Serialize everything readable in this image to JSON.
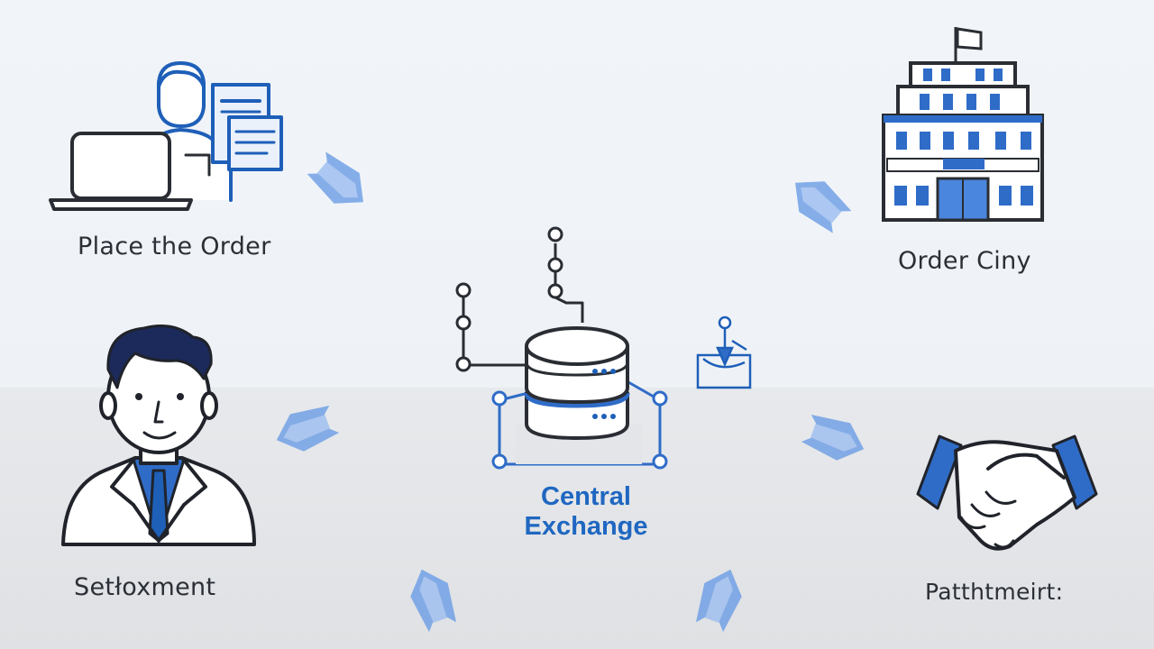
{
  "diagram": {
    "nodes": {
      "place_order": {
        "label": "Place the Order",
        "icon": "trader-laptop-icon"
      },
      "order_city": {
        "label": "Order Ciny",
        "icon": "building-icon"
      },
      "settlement": {
        "label": "Setłoxment",
        "icon": "person-icon"
      },
      "partnership": {
        "label": "Patthtmeirt:",
        "icon": "handshake-icon"
      },
      "central": {
        "line1": "Central",
        "line2": "Exchange",
        "icon": "database-icon"
      }
    },
    "colors": {
      "accent": "#2f6cc8",
      "arrow": "#6b9de6",
      "outline": "#20232a",
      "background": "#f1f5f9"
    }
  }
}
